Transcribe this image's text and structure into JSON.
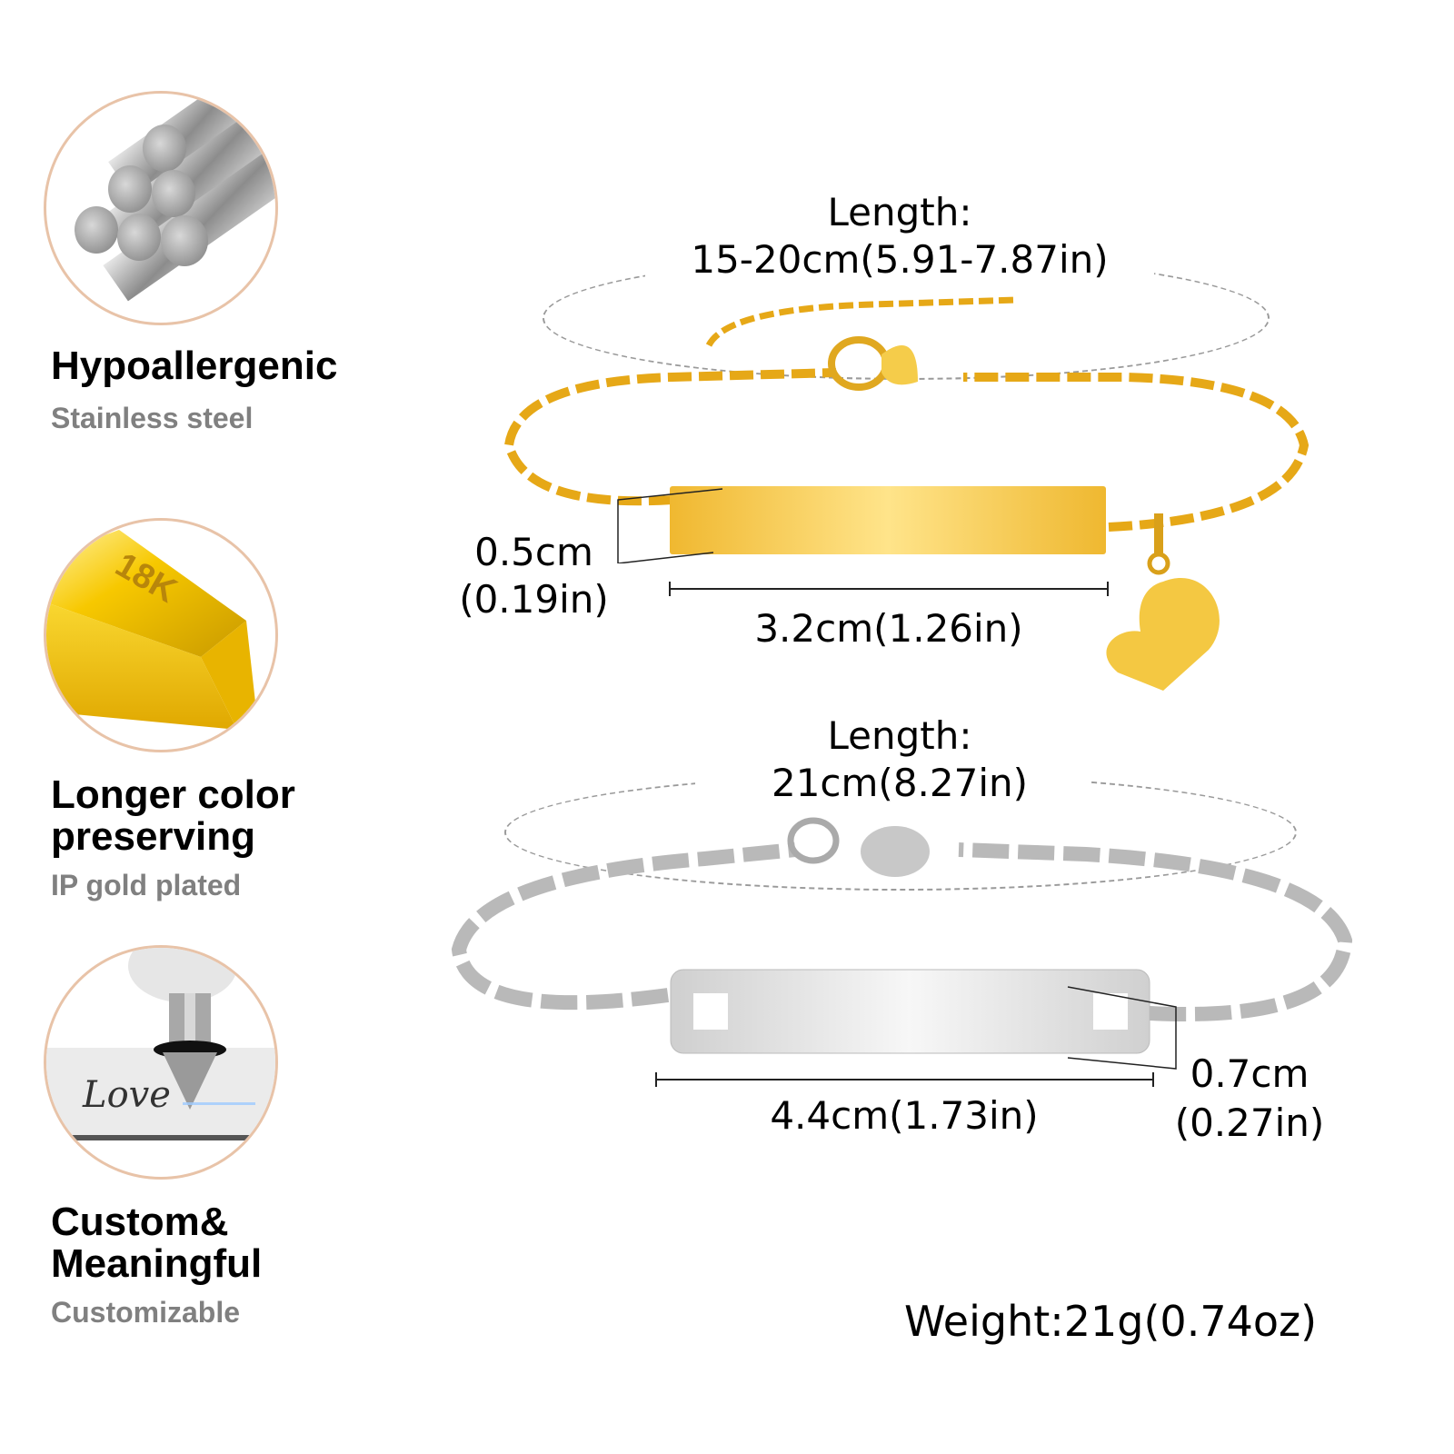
{
  "features": [
    {
      "title": "Hypoallergenic",
      "subtitle": "Stainless steel",
      "image": "steel-rods-icon"
    },
    {
      "title_line1": "Longer color",
      "title_line2": "preserving",
      "subtitle": "IP gold plated",
      "image": "gold-bar-icon",
      "badge": "18K"
    },
    {
      "title_line1": "Custom&",
      "title_line2": "Meaningful",
      "subtitle": "Customizable",
      "image": "engraving-icon",
      "engraving_text": "Love"
    }
  ],
  "gold_bracelet": {
    "length_label": "Length:",
    "length_value": "15-20cm(5.91-7.87in)",
    "bar_height_cm": "0.5cm",
    "bar_height_in": "(0.19in)",
    "bar_width": "3.2cm(1.26in)",
    "color": "#f2c230"
  },
  "silver_bracelet": {
    "length_label": "Length:",
    "length_value": "21cm(8.27in)",
    "bar_height_cm": "0.7cm",
    "bar_height_in": "(0.27in)",
    "bar_width": "4.4cm(1.73in)",
    "color": "#c9c9c9"
  },
  "weight": "Weight:21g(0.74oz)",
  "colors": {
    "circle_border": "#e8c3a8",
    "subtitle_gray": "#808080",
    "gold": "#f2c230",
    "silver": "#d0d0d0"
  }
}
